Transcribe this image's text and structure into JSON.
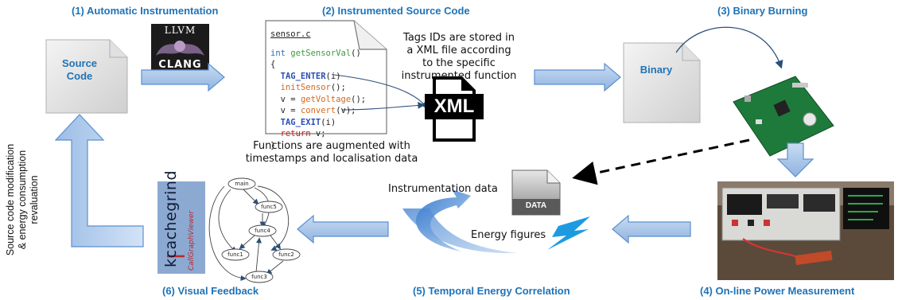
{
  "steps": {
    "s1": "(1) Automatic Instrumentation",
    "s2": "(2) Instrumented Source Code",
    "s3": "(3) Binary Burning",
    "s4": "(4) On-line Power Measurement",
    "s5": "(5) Temporal Energy Correlation",
    "s6": "(6) Visual Feedback"
  },
  "docs": {
    "source_line1": "Source",
    "source_line2": "Code",
    "binary": "Binary"
  },
  "logo_llvm": {
    "top": "LLVM",
    "bottom": "CLANG"
  },
  "code": {
    "filename": "sensor.c",
    "lines": [
      {
        "parts": [
          {
            "t": "int ",
            "c": "key"
          },
          {
            "t": "getSensorVal",
            "c": "fn"
          },
          {
            "t": "()",
            "c": ""
          }
        ]
      },
      {
        "parts": [
          {
            "t": "{",
            "c": ""
          }
        ]
      },
      {
        "parts": [
          {
            "t": "  TAG_ENTER",
            "c": "tag"
          },
          {
            "t": "(i)",
            "c": ""
          }
        ]
      },
      {
        "parts": [
          {
            "t": "  initSensor",
            "c": "call"
          },
          {
            "t": "();",
            "c": ""
          }
        ]
      },
      {
        "parts": [
          {
            "t": "  v = ",
            "c": ""
          },
          {
            "t": "getVoltage",
            "c": "call"
          },
          {
            "t": "();",
            "c": ""
          }
        ]
      },
      {
        "parts": [
          {
            "t": "  v = ",
            "c": ""
          },
          {
            "t": "convert",
            "c": "call"
          },
          {
            "t": "(v);",
            "c": ""
          }
        ]
      },
      {
        "parts": [
          {
            "t": "  TAG_EXIT",
            "c": "tag"
          },
          {
            "t": "(i)",
            "c": ""
          }
        ]
      },
      {
        "parts": [
          {
            "t": "  return",
            "c": "ret"
          },
          {
            "t": " v;",
            "c": ""
          }
        ]
      },
      {
        "parts": [
          {
            "t": "}",
            "c": ""
          }
        ]
      }
    ]
  },
  "notes": {
    "tags_line1": "Tags IDs are stored in",
    "tags_line2": "a XML file according",
    "tags_line3": "to the specific",
    "tags_line4": "instrumented function",
    "func_line1": "Functions are augmented with",
    "func_line2": "timestamps and localisation data",
    "instr_data": "Instrumentation data",
    "energy_figures": "Energy figures",
    "side_line1": "Source code modification",
    "side_line2": "& energy consumption",
    "side_line3": "revaluation"
  },
  "xml_label": "XML",
  "data_label": "DATA",
  "kcache": {
    "title": "kcachegrind",
    "sub": "CallGraphViewer"
  },
  "graph_nodes": [
    "main",
    "func5",
    "func4",
    "func1",
    "func2",
    "func3"
  ],
  "colors": {
    "accent": "#1f73b7",
    "arrow_fill": "#a9c8ea",
    "arrow_stroke": "#5b8fcf"
  }
}
